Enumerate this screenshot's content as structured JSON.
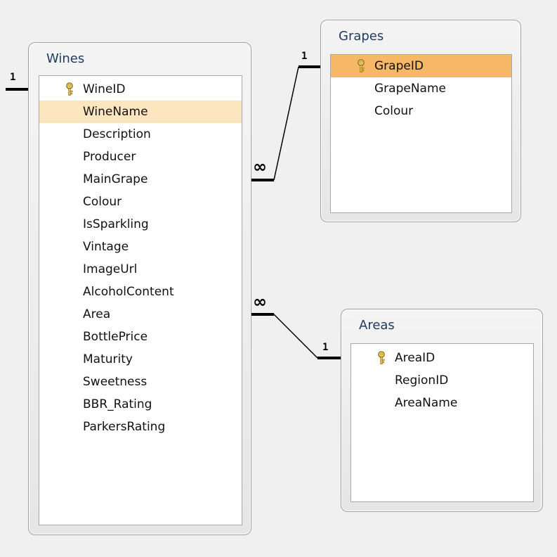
{
  "tables": {
    "wines": {
      "title": "Wines",
      "fields": [
        "WineID",
        "WineName",
        "Description",
        "Producer",
        "MainGrape",
        "Colour",
        "IsSparkling",
        "Vintage",
        "ImageUrl",
        "AlcoholContent",
        "Area",
        "BottlePrice",
        "Maturity",
        "Sweetness",
        "BBR_Rating",
        "ParkersRating"
      ],
      "primary_key": "WineID",
      "highlighted": "WineName"
    },
    "grapes": {
      "title": "Grapes",
      "fields": [
        "GrapeID",
        "GrapeName",
        "Colour"
      ],
      "primary_key": "GrapeID",
      "selected": "GrapeID"
    },
    "areas": {
      "title": "Areas",
      "fields": [
        "AreaID",
        "RegionID",
        "AreaName"
      ],
      "primary_key": "AreaID"
    }
  },
  "relationships": {
    "wines_incoming": {
      "one": "1"
    },
    "wines_grapes": {
      "many": "∞",
      "one": "1"
    },
    "wines_areas": {
      "many": "∞",
      "one": "1"
    }
  },
  "colors": {
    "highlight_light": "#fce6bf",
    "highlight_strong": "#f6b766",
    "title_text": "#1e3a5f",
    "key_icon": "#d4a017"
  },
  "icons": {
    "primary_key": "key-icon"
  }
}
